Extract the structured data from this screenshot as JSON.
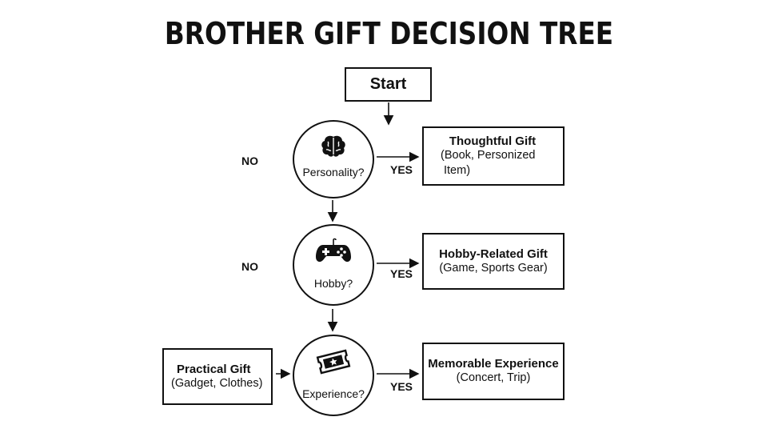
{
  "title": "BROTHER GIFT DECISION TREE",
  "start": "Start",
  "nodes": [
    {
      "question": "Personality?",
      "icon": "brain-icon",
      "yes": "YES",
      "no": "NO",
      "result_title": "Thoughtful Gift",
      "result_detail_1": "(Book, Personized",
      "result_detail_2": "Item)"
    },
    {
      "question": "Hobby?",
      "icon": "gamepad-icon",
      "yes": "YES",
      "no": "NO",
      "result_title": "Hobby-Related Gift",
      "result_detail_1": "(Game, Sports Gear)"
    },
    {
      "question": "Experience?",
      "icon": "ticket-icon",
      "yes": "YES",
      "result_title": "Memorable Experience",
      "result_detail_1": "(Concert, Trip)"
    }
  ],
  "fallback": {
    "title": "Practical Gift",
    "detail": "(Gadget, Clothes)"
  }
}
